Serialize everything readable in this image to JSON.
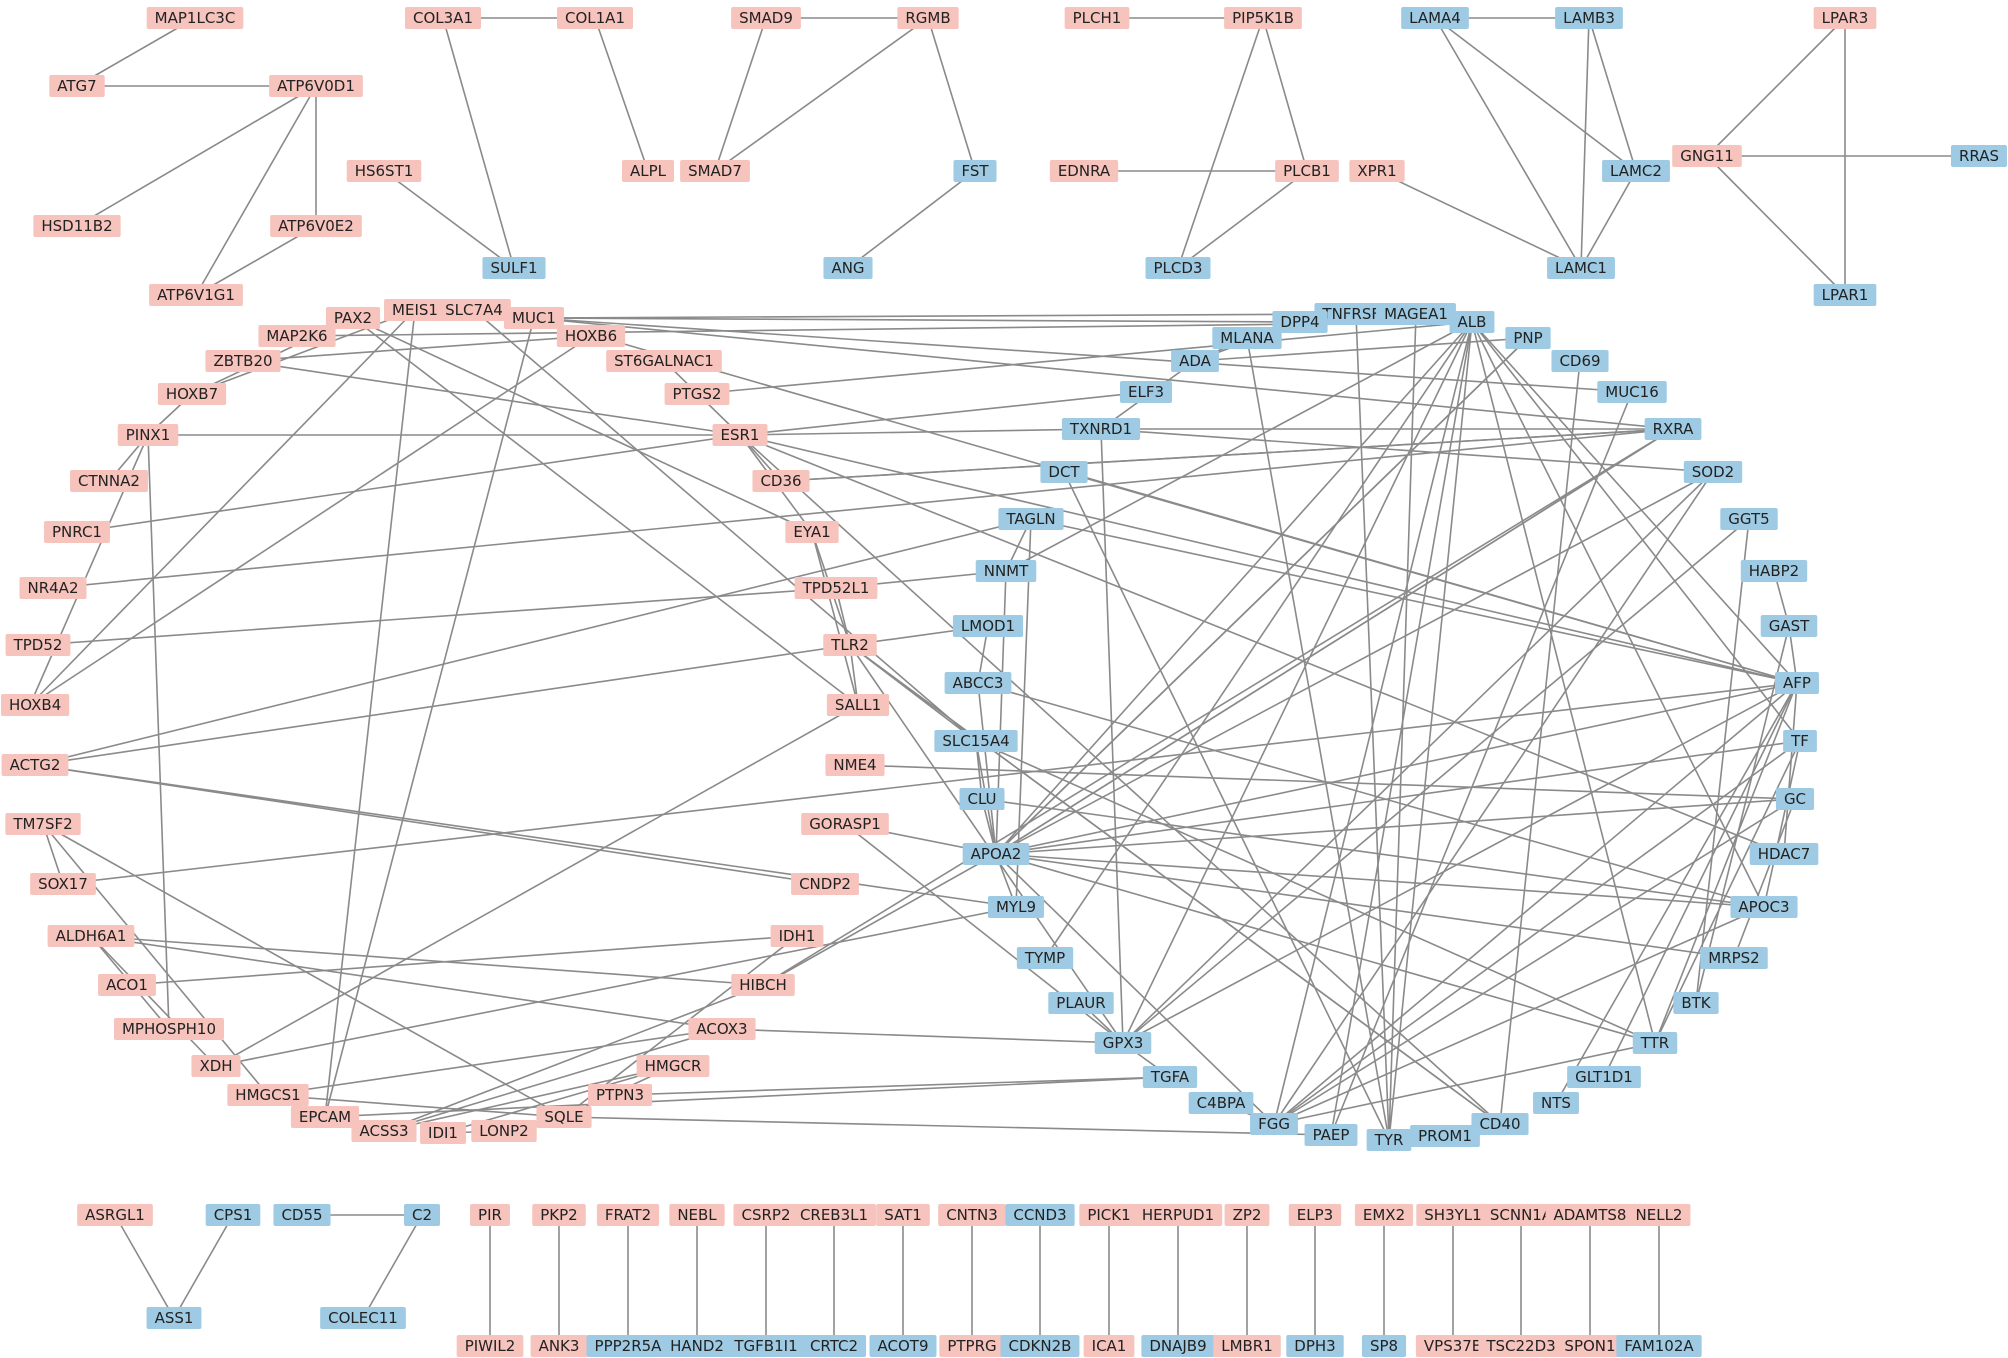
{
  "colors": {
    "up": "#f7c3bd",
    "down": "#9ecbe3",
    "edge": "#8a8a8a"
  },
  "nodes": [
    {
      "id": "MAP1LC3C",
      "g": "up"
    },
    {
      "id": "COL3A1",
      "g": "up"
    },
    {
      "id": "COL1A1",
      "g": "up"
    },
    {
      "id": "SMAD9",
      "g": "up"
    },
    {
      "id": "RGMB",
      "g": "up"
    },
    {
      "id": "PLCH1",
      "g": "up"
    },
    {
      "id": "PIP5K1B",
      "g": "up"
    },
    {
      "id": "LAMA4",
      "g": "down"
    },
    {
      "id": "LAMB3",
      "g": "down"
    },
    {
      "id": "LPAR3",
      "g": "up"
    },
    {
      "id": "ATG7",
      "g": "up"
    },
    {
      "id": "ATP6V0D1",
      "g": "up"
    },
    {
      "id": "HS6ST1",
      "g": "up"
    },
    {
      "id": "ALPL",
      "g": "up"
    },
    {
      "id": "SMAD7",
      "g": "up"
    },
    {
      "id": "FST",
      "g": "down"
    },
    {
      "id": "EDNRA",
      "g": "up"
    },
    {
      "id": "PLCB1",
      "g": "up"
    },
    {
      "id": "XPR1",
      "g": "up"
    },
    {
      "id": "LAMC2",
      "g": "down"
    },
    {
      "id": "GNG11",
      "g": "up"
    },
    {
      "id": "RRAS",
      "g": "down"
    },
    {
      "id": "HSD11B2",
      "g": "up"
    },
    {
      "id": "ATP6V0E2",
      "g": "up"
    },
    {
      "id": "SULF1",
      "g": "down"
    },
    {
      "id": "ANG",
      "g": "down"
    },
    {
      "id": "PLCD3",
      "g": "down"
    },
    {
      "id": "LAMC1",
      "g": "down"
    },
    {
      "id": "ATP6V1G1",
      "g": "up"
    },
    {
      "id": "LPAR1",
      "g": "down"
    },
    {
      "id": "PAX2",
      "g": "up"
    },
    {
      "id": "MEIS1",
      "g": "up"
    },
    {
      "id": "SLC7A4",
      "g": "up"
    },
    {
      "id": "MUC1",
      "g": "up"
    },
    {
      "id": "MAP2K6",
      "g": "up"
    },
    {
      "id": "HOXB6",
      "g": "up"
    },
    {
      "id": "ZBTB20",
      "g": "up"
    },
    {
      "id": "ST6GALNAC1",
      "g": "up"
    },
    {
      "id": "HOXB7",
      "g": "up"
    },
    {
      "id": "PTGS2",
      "g": "up"
    },
    {
      "id": "PINX1",
      "g": "up"
    },
    {
      "id": "ESR1",
      "g": "up"
    },
    {
      "id": "CTNNA2",
      "g": "up"
    },
    {
      "id": "CD36",
      "g": "up"
    },
    {
      "id": "PNRC1",
      "g": "up"
    },
    {
      "id": "EYA1",
      "g": "up"
    },
    {
      "id": "NR4A2",
      "g": "up"
    },
    {
      "id": "TPD52L1",
      "g": "up"
    },
    {
      "id": "TPD52",
      "g": "up"
    },
    {
      "id": "TLR2",
      "g": "up"
    },
    {
      "id": "HOXB4",
      "g": "up"
    },
    {
      "id": "SALL1",
      "g": "up"
    },
    {
      "id": "ACTG2",
      "g": "up"
    },
    {
      "id": "NME4",
      "g": "up"
    },
    {
      "id": "TM7SF2",
      "g": "up"
    },
    {
      "id": "GORASP1",
      "g": "up"
    },
    {
      "id": "SOX17",
      "g": "up"
    },
    {
      "id": "CNDP2",
      "g": "up"
    },
    {
      "id": "ALDH6A1",
      "g": "up"
    },
    {
      "id": "IDH1",
      "g": "up"
    },
    {
      "id": "ACO1",
      "g": "up"
    },
    {
      "id": "HIBCH",
      "g": "up"
    },
    {
      "id": "MPHOSPH10",
      "g": "up"
    },
    {
      "id": "ACOX3",
      "g": "up"
    },
    {
      "id": "XDH",
      "g": "up"
    },
    {
      "id": "HMGCR",
      "g": "up"
    },
    {
      "id": "HMGCS1",
      "g": "up"
    },
    {
      "id": "PTPN3",
      "g": "up"
    },
    {
      "id": "EPCAM",
      "g": "up"
    },
    {
      "id": "ACSS3",
      "g": "up"
    },
    {
      "id": "SQLE",
      "g": "up"
    },
    {
      "id": "LONP2",
      "g": "up"
    },
    {
      "id": "IDI1",
      "g": "up"
    },
    {
      "id": "TNFRSF1",
      "g": "down"
    },
    {
      "id": "MAGEA1",
      "g": "down"
    },
    {
      "id": "DPP4",
      "g": "down"
    },
    {
      "id": "ALB",
      "g": "down"
    },
    {
      "id": "MLANA",
      "g": "down"
    },
    {
      "id": "PNP",
      "g": "down"
    },
    {
      "id": "ADA",
      "g": "down"
    },
    {
      "id": "CD69",
      "g": "down"
    },
    {
      "id": "MUC16",
      "g": "down"
    },
    {
      "id": "ELF3",
      "g": "down"
    },
    {
      "id": "TXNRD1",
      "g": "down"
    },
    {
      "id": "RXRA",
      "g": "down"
    },
    {
      "id": "DCT",
      "g": "down"
    },
    {
      "id": "SOD2",
      "g": "down"
    },
    {
      "id": "TAGLN",
      "g": "down"
    },
    {
      "id": "GGT5",
      "g": "down"
    },
    {
      "id": "NNMT",
      "g": "down"
    },
    {
      "id": "HABP2",
      "g": "down"
    },
    {
      "id": "LMOD1",
      "g": "down"
    },
    {
      "id": "GAST",
      "g": "down"
    },
    {
      "id": "ABCC3",
      "g": "down"
    },
    {
      "id": "AFP",
      "g": "down"
    },
    {
      "id": "SLC15A4",
      "g": "down"
    },
    {
      "id": "TF",
      "g": "down"
    },
    {
      "id": "CLU",
      "g": "down"
    },
    {
      "id": "GC",
      "g": "down"
    },
    {
      "id": "APOA2",
      "g": "down"
    },
    {
      "id": "HDAC7",
      "g": "down"
    },
    {
      "id": "MYL9",
      "g": "down"
    },
    {
      "id": "APOC3",
      "g": "down"
    },
    {
      "id": "TYMP",
      "g": "down"
    },
    {
      "id": "MRPS2",
      "g": "down"
    },
    {
      "id": "PLAUR",
      "g": "down"
    },
    {
      "id": "BTK",
      "g": "down"
    },
    {
      "id": "GPX3",
      "g": "down"
    },
    {
      "id": "TTR",
      "g": "down"
    },
    {
      "id": "TGFA",
      "g": "down"
    },
    {
      "id": "GLT1D1",
      "g": "down"
    },
    {
      "id": "C4BPA",
      "g": "down"
    },
    {
      "id": "NTS",
      "g": "down"
    },
    {
      "id": "FGG",
      "g": "down"
    },
    {
      "id": "CD40",
      "g": "down"
    },
    {
      "id": "PAEP",
      "g": "down"
    },
    {
      "id": "TYR",
      "g": "down"
    },
    {
      "id": "PROM1",
      "g": "down"
    },
    {
      "id": "ASRGL1",
      "g": "up"
    },
    {
      "id": "CPS1",
      "g": "down"
    },
    {
      "id": "CD55",
      "g": "down"
    },
    {
      "id": "C2",
      "g": "down"
    },
    {
      "id": "PIR",
      "g": "up"
    },
    {
      "id": "PKP2",
      "g": "up"
    },
    {
      "id": "FRAT2",
      "g": "up"
    },
    {
      "id": "NEBL",
      "g": "up"
    },
    {
      "id": "CSRP2",
      "g": "up"
    },
    {
      "id": "CREB3L1",
      "g": "up"
    },
    {
      "id": "SAT1",
      "g": "up"
    },
    {
      "id": "CNTN3",
      "g": "up"
    },
    {
      "id": "CCND3",
      "g": "down"
    },
    {
      "id": "PICK1",
      "g": "up"
    },
    {
      "id": "HERPUD1",
      "g": "up"
    },
    {
      "id": "ZP2",
      "g": "up"
    },
    {
      "id": "ELP3",
      "g": "up"
    },
    {
      "id": "EMX2",
      "g": "up"
    },
    {
      "id": "SH3YL1",
      "g": "up"
    },
    {
      "id": "SCNN1A",
      "g": "up"
    },
    {
      "id": "ADAMTS8",
      "g": "up"
    },
    {
      "id": "NELL2",
      "g": "up"
    },
    {
      "id": "ASS1",
      "g": "down"
    },
    {
      "id": "COLEC11",
      "g": "down"
    },
    {
      "id": "PIWIL2",
      "g": "up"
    },
    {
      "id": "ANK3",
      "g": "up"
    },
    {
      "id": "PPP2R5A",
      "g": "down"
    },
    {
      "id": "HAND2",
      "g": "down"
    },
    {
      "id": "TGFB1I1",
      "g": "down"
    },
    {
      "id": "CRTC2",
      "g": "down"
    },
    {
      "id": "ACOT9",
      "g": "down"
    },
    {
      "id": "PTPRG",
      "g": "up"
    },
    {
      "id": "CDKN2B",
      "g": "down"
    },
    {
      "id": "ICA1",
      "g": "up"
    },
    {
      "id": "DNAJB9",
      "g": "down"
    },
    {
      "id": "LMBR1",
      "g": "up"
    },
    {
      "id": "DPH3",
      "g": "down"
    },
    {
      "id": "SP8",
      "g": "down"
    },
    {
      "id": "VPS37B",
      "g": "up"
    },
    {
      "id": "TSC22D3",
      "g": "up"
    },
    {
      "id": "SPON1",
      "g": "up"
    },
    {
      "id": "FAM102A",
      "g": "down"
    }
  ],
  "edges": [
    [
      "MAP1LC3C",
      "ATG7"
    ],
    [
      "ATG7",
      "ATP6V0D1"
    ],
    [
      "ATP6V0D1",
      "HSD11B2"
    ],
    [
      "ATP6V0D1",
      "ATP6V0E2"
    ],
    [
      "ATP6V0D1",
      "ATP6V1G1"
    ],
    [
      "ATP6V0E2",
      "ATP6V1G1"
    ],
    [
      "COL3A1",
      "COL1A1"
    ],
    [
      "COL3A1",
      "SULF1"
    ],
    [
      "COL1A1",
      "ALPL"
    ],
    [
      "HS6ST1",
      "SULF1"
    ],
    [
      "SMAD9",
      "RGMB"
    ],
    [
      "SMAD9",
      "SMAD7"
    ],
    [
      "RGMB",
      "SMAD7"
    ],
    [
      "RGMB",
      "FST"
    ],
    [
      "FST",
      "ANG"
    ],
    [
      "PLCH1",
      "PIP5K1B"
    ],
    [
      "PIP5K1B",
      "PLCB1"
    ],
    [
      "PIP5K1B",
      "PLCD3"
    ],
    [
      "EDNRA",
      "PLCB1"
    ],
    [
      "PLCB1",
      "PLCD3"
    ],
    [
      "LAMA4",
      "LAMB3"
    ],
    [
      "LAMA4",
      "LAMC2"
    ],
    [
      "LAMA4",
      "LAMC1"
    ],
    [
      "LAMB3",
      "LAMC2"
    ],
    [
      "LAMB3",
      "LAMC1"
    ],
    [
      "XPR1",
      "LAMC1"
    ],
    [
      "LAMC2",
      "LAMC1"
    ],
    [
      "LPAR3",
      "GNG11"
    ],
    [
      "LPAR3",
      "LPAR1"
    ],
    [
      "GNG11",
      "RRAS"
    ],
    [
      "GNG11",
      "LPAR1"
    ],
    [
      "CPS1",
      "ASS1"
    ],
    [
      "ASRGL1",
      "ASS1"
    ],
    [
      "CD55",
      "C2"
    ],
    [
      "C2",
      "COLEC11"
    ],
    [
      "PIR",
      "PIWIL2"
    ],
    [
      "PKP2",
      "ANK3"
    ],
    [
      "FRAT2",
      "PPP2R5A"
    ],
    [
      "NEBL",
      "HAND2"
    ],
    [
      "CSRP2",
      "TGFB1I1"
    ],
    [
      "CREB3L1",
      "CRTC2"
    ],
    [
      "SAT1",
      "ACOT9"
    ],
    [
      "CNTN3",
      "PTPRG"
    ],
    [
      "CCND3",
      "CDKN2B"
    ],
    [
      "PICK1",
      "ICA1"
    ],
    [
      "HERPUD1",
      "DNAJB9"
    ],
    [
      "ZP2",
      "LMBR1"
    ],
    [
      "ELP3",
      "DPH3"
    ],
    [
      "EMX2",
      "SP8"
    ],
    [
      "SH3YL1",
      "VPS37B"
    ],
    [
      "SCNN1A",
      "TSC22D3"
    ],
    [
      "ADAMTS8",
      "SPON1"
    ],
    [
      "NELL2",
      "FAM102A"
    ],
    [
      "MUC1",
      "DPP4"
    ],
    [
      "MUC1",
      "TNFRSF1"
    ],
    [
      "MUC1",
      "MUC16"
    ],
    [
      "MUC1",
      "RXRA"
    ],
    [
      "MUC1",
      "EPCAM"
    ],
    [
      "MUC1",
      "AFP"
    ],
    [
      "PAX2",
      "MAP2K6"
    ],
    [
      "PAX2",
      "SALL1"
    ],
    [
      "PAX2",
      "EYA1"
    ],
    [
      "PAX2",
      "HOXB7"
    ],
    [
      "MEIS1",
      "HOXB7"
    ],
    [
      "MEIS1",
      "HOXB4"
    ],
    [
      "SLC7A4",
      "SLC15A4"
    ],
    [
      "HOXB6",
      "HOXB4"
    ],
    [
      "HOXB6",
      "ZBTB20"
    ],
    [
      "ZBTB20",
      "ESR1"
    ],
    [
      "HOXB7",
      "PINX1"
    ],
    [
      "PINX1",
      "HOXB4"
    ],
    [
      "PINX1",
      "ESR1"
    ],
    [
      "PINX1",
      "CTNNA2"
    ],
    [
      "PINX1",
      "MPHOSPH10"
    ],
    [
      "ALB",
      "MAP2K6"
    ],
    [
      "ALB",
      "PTGS2"
    ],
    [
      "ALB",
      "AFP"
    ],
    [
      "ALB",
      "TTR"
    ],
    [
      "ALB",
      "TF"
    ],
    [
      "ALB",
      "FGG"
    ],
    [
      "ALB",
      "APOA2"
    ],
    [
      "ALB",
      "GPX3"
    ],
    [
      "ALB",
      "APOC3"
    ],
    [
      "ALB",
      "TYR"
    ],
    [
      "ALB",
      "PAEP"
    ],
    [
      "ALB",
      "NNMT"
    ],
    [
      "ESR1",
      "ELF3"
    ],
    [
      "ESR1",
      "TXNRD1"
    ],
    [
      "ESR1",
      "CD36"
    ],
    [
      "ESR1",
      "EYA1"
    ],
    [
      "ESR1",
      "AFP"
    ],
    [
      "ESR1",
      "HDAC7"
    ],
    [
      "ESR1",
      "ST6GALNAC1"
    ],
    [
      "MLANA",
      "ADA"
    ],
    [
      "MLANA",
      "TYR"
    ],
    [
      "ADA",
      "PNP"
    ],
    [
      "ADA",
      "TXNRD1"
    ],
    [
      "DPP4",
      "ADA"
    ],
    [
      "CD36",
      "RXRA"
    ],
    [
      "CD36",
      "RXRA"
    ],
    [
      "EYA1",
      "SALL1"
    ],
    [
      "EYA1",
      "TLR2"
    ],
    [
      "TLR2",
      "LMOD1"
    ],
    [
      "TLR2",
      "GPX3"
    ],
    [
      "TLR2",
      "TPD52L1"
    ],
    [
      "TLR2",
      "SALL1"
    ],
    [
      "TLR2",
      "CD40"
    ],
    [
      "TLR2",
      "SLC15A4"
    ],
    [
      "ACTG2",
      "TAGLN"
    ],
    [
      "ACTG2",
      "TLR2"
    ],
    [
      "ACTG2",
      "MYL9"
    ],
    [
      "TPD52",
      "TPD52L1"
    ],
    [
      "NR4A2",
      "RXRA"
    ],
    [
      "PNRC1",
      "ESR1"
    ],
    [
      "TXNRD1",
      "SOD2"
    ],
    [
      "TXNRD1",
      "RXRA"
    ],
    [
      "TAGLN",
      "AFP"
    ],
    [
      "TAGLN",
      "NNMT"
    ],
    [
      "NNMT",
      "TPD52L1"
    ],
    [
      "NNMT",
      "APOA2"
    ],
    [
      "DCT",
      "TYR"
    ],
    [
      "DCT",
      "AFP"
    ],
    [
      "LMOD1",
      "ABCC3"
    ],
    [
      "ABCC3",
      "APOA2"
    ],
    [
      "ABCC3",
      "APOC3"
    ],
    [
      "SLC15A4",
      "TTR"
    ],
    [
      "SLC15A4",
      "APOA2"
    ],
    [
      "SLC15A4",
      "CLU"
    ],
    [
      "GORASP1",
      "APOA2"
    ],
    [
      "GORASP1",
      "GPX3"
    ],
    [
      "NME4",
      "GC"
    ],
    [
      "SOX17",
      "AFP"
    ],
    [
      "SOX17",
      "TM7SF2"
    ],
    [
      "CLU",
      "APOA2"
    ],
    [
      "CLU",
      "APOC3"
    ],
    [
      "APOA2",
      "APOC3"
    ],
    [
      "APOA2",
      "MYL9"
    ],
    [
      "APOA2",
      "FGG"
    ],
    [
      "APOA2",
      "TTR"
    ],
    [
      "APOA2",
      "AFP"
    ],
    [
      "APOA2",
      "GC"
    ],
    [
      "APOA2",
      "TF"
    ],
    [
      "APOA2",
      "RXRA"
    ],
    [
      "APOA2",
      "PNP"
    ],
    [
      "APOA2",
      "SOD2"
    ],
    [
      "APOA2",
      "HIBCH"
    ],
    [
      "APOA2",
      "MRPS2"
    ],
    [
      "MYL9",
      "TAGLN"
    ],
    [
      "MYL9",
      "XDH"
    ],
    [
      "TYMP",
      "ALB"
    ],
    [
      "PLAUR",
      "GPX3"
    ],
    [
      "GPX3",
      "TGFA"
    ],
    [
      "GPX3",
      "AFP"
    ],
    [
      "GPX3",
      "SOD2"
    ],
    [
      "GPX3",
      "GGT5"
    ],
    [
      "GPX3",
      "ACOX3"
    ],
    [
      "GPX3",
      "TXNRD1"
    ],
    [
      "TGFA",
      "PTPN3"
    ],
    [
      "TGFA",
      "EPCAM"
    ],
    [
      "C4BPA",
      "FGG"
    ],
    [
      "FGG",
      "AFP"
    ],
    [
      "FGG",
      "TTR"
    ],
    [
      "FGG",
      "TF"
    ],
    [
      "FGG",
      "GC"
    ],
    [
      "FGG",
      "APOC3"
    ],
    [
      "CD40",
      "TLR2"
    ],
    [
      "CD40",
      "CD69"
    ],
    [
      "CD40",
      "ESR1"
    ],
    [
      "TYR",
      "MAGEA1"
    ],
    [
      "TYR",
      "TNFRSF1"
    ],
    [
      "PAEP",
      "MUC16"
    ],
    [
      "PROM1",
      "CD40"
    ],
    [
      "NTS",
      "AFP"
    ],
    [
      "TTR",
      "AFP"
    ],
    [
      "TTR",
      "TF"
    ],
    [
      "GLT1D1",
      "AFP"
    ],
    [
      "BTK",
      "GAST"
    ],
    [
      "MRPS2",
      "GC"
    ],
    [
      "HDAC7",
      "AFP"
    ],
    [
      "APOC3",
      "TF"
    ],
    [
      "GAST",
      "AFP"
    ],
    [
      "HABP2",
      "GAST"
    ],
    [
      "GGT5",
      "BTK"
    ],
    [
      "SOD2",
      "FGG"
    ],
    [
      "RXRA",
      "APOA2"
    ],
    [
      "RXRA",
      "HIBCH"
    ],
    [
      "PNP",
      "APOA2"
    ],
    [
      "IDH1",
      "ACO1"
    ],
    [
      "IDH1",
      "SQLE"
    ],
    [
      "HIBCH",
      "ALDH6A1"
    ],
    [
      "HIBCH",
      "ACSS3"
    ],
    [
      "ACOX3",
      "ALDH6A1"
    ],
    [
      "ACOX3",
      "HMGCS1"
    ],
    [
      "ACOX3",
      "ACSS3"
    ],
    [
      "HMGCR",
      "SQLE"
    ],
    [
      "HMGCR",
      "ACSS3"
    ],
    [
      "HMGCS1",
      "SQLE"
    ],
    [
      "HMGCS1",
      "ACSS3"
    ],
    [
      "HMGCS1",
      "TM7SF2"
    ],
    [
      "SQLE",
      "LONP2"
    ],
    [
      "SQLE",
      "PAEP"
    ],
    [
      "SQLE",
      "TM7SF2"
    ],
    [
      "LONP2",
      "IDI1"
    ],
    [
      "IDI1",
      "HMGCR"
    ],
    [
      "XDH",
      "SALL1"
    ],
    [
      "XDH",
      "ALDH6A1"
    ],
    [
      "EPCAM",
      "MEIS1"
    ],
    [
      "CNDP2",
      "ACTG2"
    ],
    [
      "MPHOSPH10",
      "ALDH6A1"
    ]
  ]
}
